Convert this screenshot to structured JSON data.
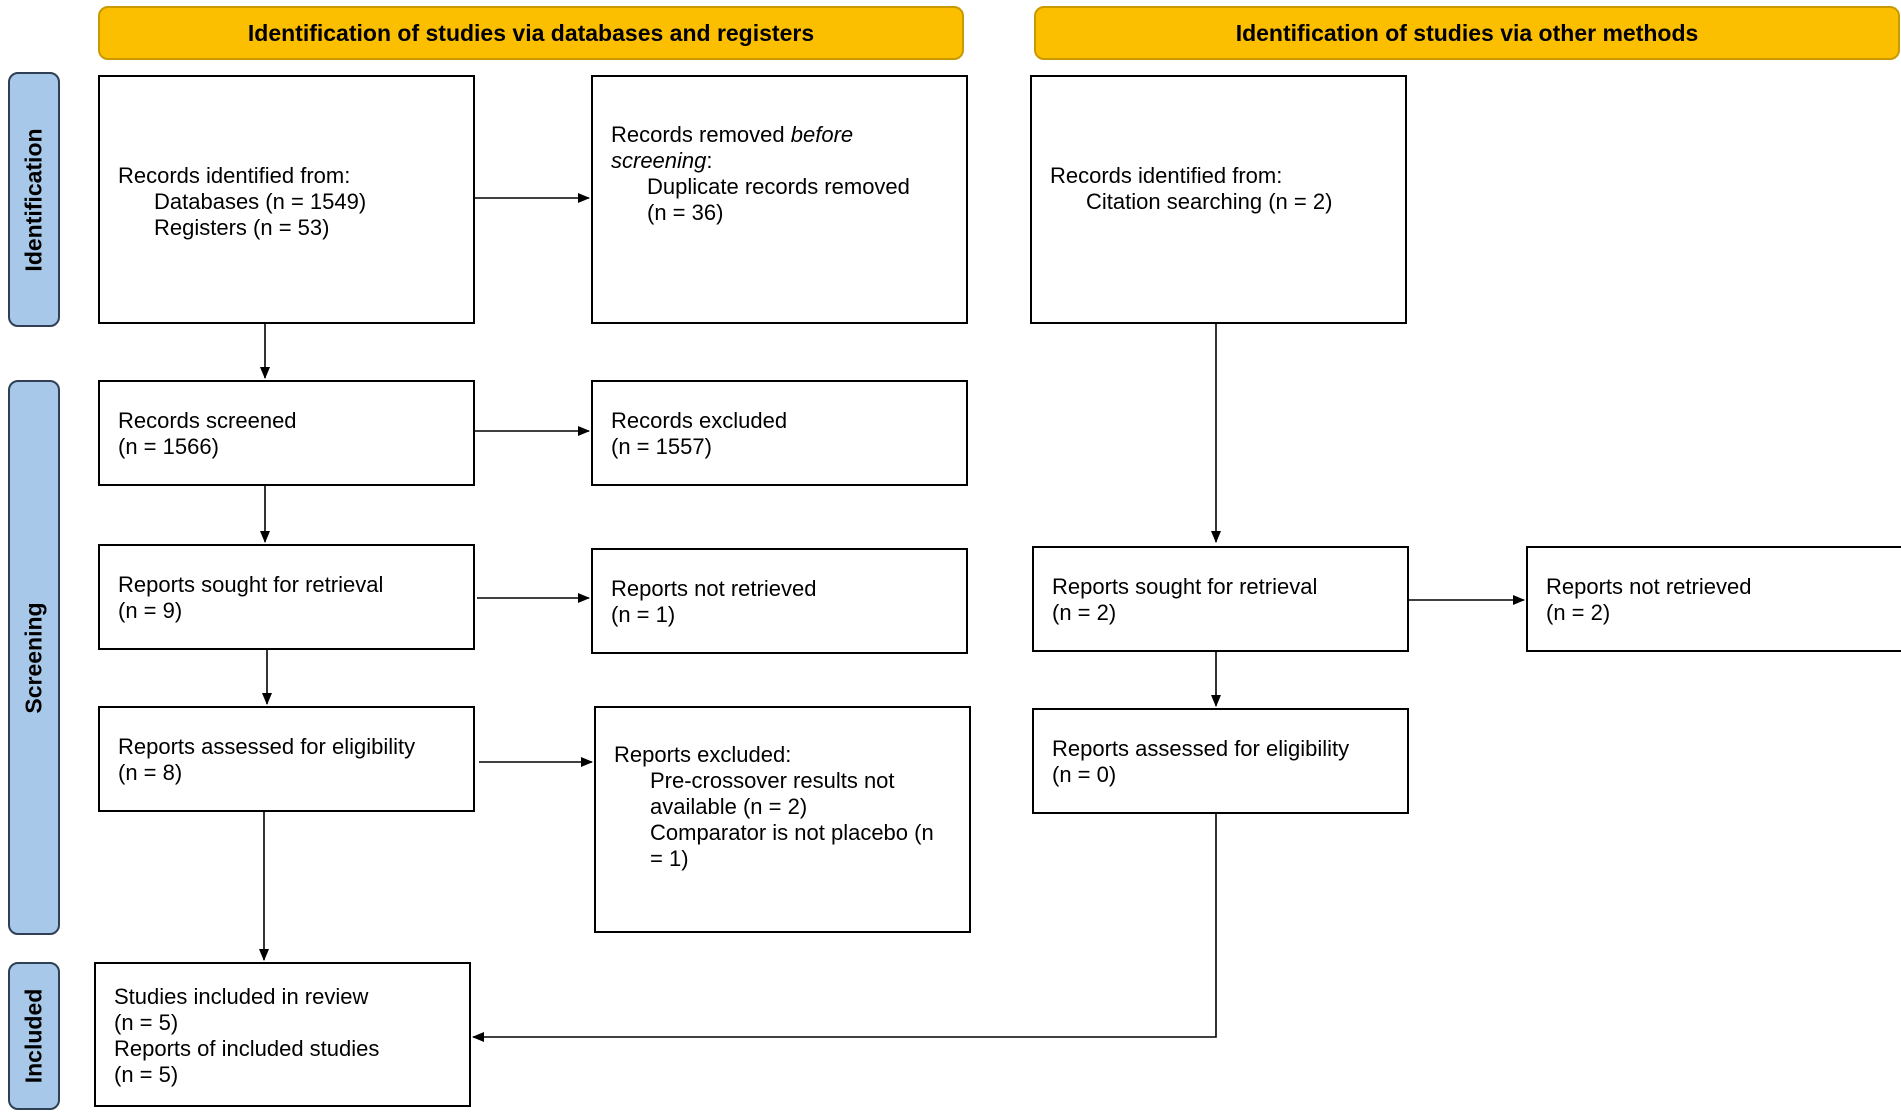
{
  "headers": {
    "left": "Identification of studies via databases and registers",
    "right": "Identification of studies via other methods"
  },
  "phases": {
    "identification": "Identification",
    "screening": "Screening",
    "included": "Included"
  },
  "left": {
    "identified": {
      "title": "Records identified from:",
      "databases": "Databases (n = 1549)",
      "registers": "Registers (n = 53)"
    },
    "removed": {
      "prefix": "Records removed ",
      "before": "before",
      "screening": "screening",
      "colon": ":",
      "item1": "Duplicate records removed",
      "item2": "(n = 36)"
    },
    "screened": {
      "title": "Records screened",
      "n": "(n = 1566)"
    },
    "excluded": {
      "title": "Records excluded",
      "n": "(n = 1557)"
    },
    "sought": {
      "title": "Reports sought for retrieval",
      "n": "(n = 9)"
    },
    "not_retrieved": {
      "title": "Reports not retrieved",
      "n": "(n = 1)"
    },
    "assessed": {
      "title": "Reports assessed for eligibility",
      "n": "(n = 8)"
    },
    "reports_excluded": {
      "title": "Reports excluded:",
      "line1": "Pre-crossover results not",
      "line2": "available (n = 2)",
      "line3": "Comparator is not placebo (n",
      "line4": "= 1)"
    },
    "included": {
      "studies": "Studies included in review",
      "studies_n": "(n = 5)",
      "reports": "Reports of included studies",
      "reports_n": "(n = 5)"
    }
  },
  "right": {
    "identified": {
      "title": "Records identified from:",
      "citation": "Citation searching (n = 2)"
    },
    "sought": {
      "title": "Reports sought for retrieval",
      "n": "(n = 2)"
    },
    "not_retrieved": {
      "title": "Reports not retrieved",
      "n": "(n = 2)"
    },
    "assessed": {
      "title": "Reports assessed for eligibility",
      "n": "(n = 0)"
    }
  }
}
